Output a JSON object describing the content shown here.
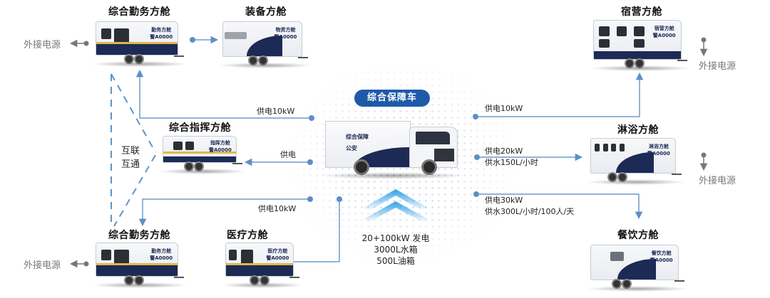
{
  "center": {
    "title": "综合保障车",
    "truck_side_text": [
      "综合保障",
      "公安"
    ],
    "specs": [
      "20+100kW 发电",
      "3000L水箱",
      "500L油箱"
    ]
  },
  "modules": {
    "duty_top": {
      "title": "综合勤务方舱",
      "side_text": [
        "勤务方舱",
        "警A0000"
      ],
      "external_power": "外接电源"
    },
    "equipment": {
      "title": "装备方舱",
      "side_text": [
        "物资方舱",
        "警A0000"
      ]
    },
    "command": {
      "title": "综合指挥方舱",
      "side_text": [
        "指挥方舱",
        "警A0000"
      ],
      "link_label": "供电"
    },
    "duty_bottom": {
      "title": "综合勤务方舱",
      "side_text": [
        "勤务方舱",
        "警A0000"
      ],
      "external_power": "外接电源"
    },
    "medical": {
      "title": "医疗方舱",
      "side_text": [
        "医疗方舱",
        "警A0000"
      ]
    },
    "dormitory": {
      "title": "宿营方舱",
      "side_text": [
        "宿营方舱",
        "警A0000"
      ],
      "external_power": "外接电源"
    },
    "shower": {
      "title": "淋浴方舱",
      "side_text": [
        "淋浴方舱",
        "警A0000"
      ],
      "external_power": "外接电源"
    },
    "dining": {
      "title": "餐饮方舱",
      "side_text": [
        "餐饮方舱",
        "警A0000"
      ]
    }
  },
  "links": {
    "top_left": "供电10kW",
    "bottom_left": "供电10kW",
    "top_right": "供电10kW",
    "mid_right": [
      "供电20kW",
      "供水150L/小时"
    ],
    "bottom_right": [
      "供电30kW",
      "供水300L/小时/100人/天"
    ],
    "interconnect": [
      "互联",
      "互通"
    ]
  },
  "colors": {
    "line": "#6f9ccb",
    "dot": "#5b8fc7",
    "dashed": "#5d94cc",
    "pill": "#1f5aa8",
    "ext_gray": "#777777",
    "chevron": "#2ea0e6"
  }
}
